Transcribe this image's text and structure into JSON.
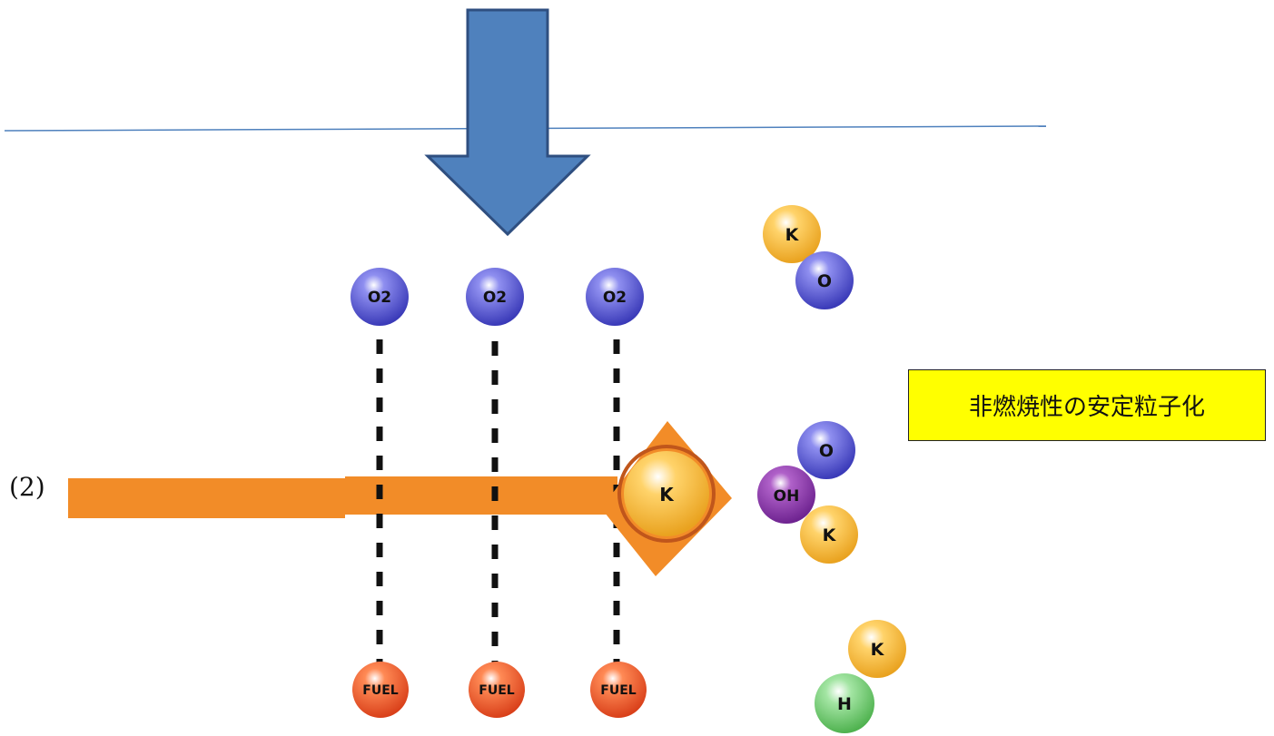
{
  "step_label": "(2)",
  "callout": "非燃焼性の安定粒子化",
  "molecules": {
    "o2": "O2",
    "fuel": "FUEL",
    "k": "K",
    "o": "O",
    "oh": "OH",
    "h": "H"
  },
  "colors": {
    "arrow_blue": "#4f81bd",
    "arrow_orange": "#f28c28",
    "o2_blue": "#5b5bd6",
    "fuel_red": "#ee5a24",
    "k_gold": "#f5b335",
    "oh_purple": "#8a3aa8",
    "h_green": "#6bc56b",
    "callout_bg": "#ffff00"
  }
}
